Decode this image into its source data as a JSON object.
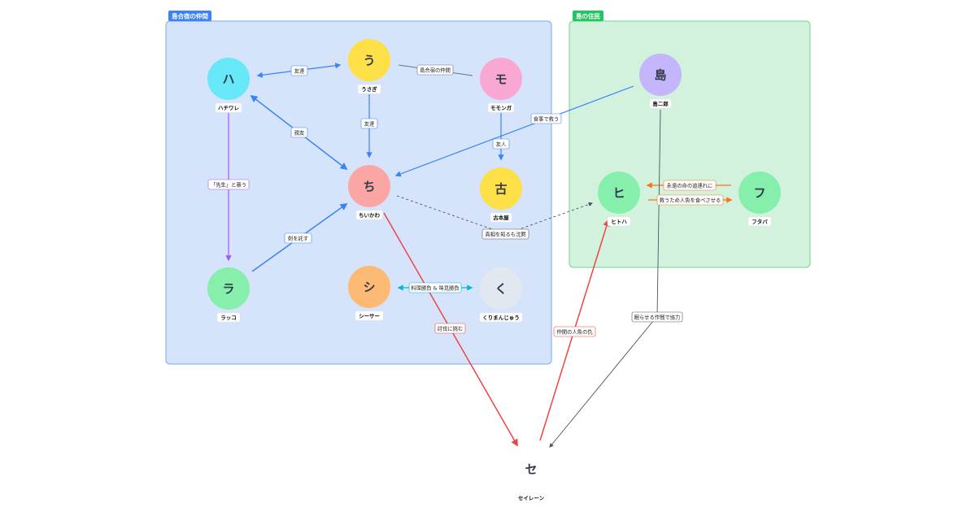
{
  "groups": {
    "island_friends": {
      "title": "島合宿の仲間"
    },
    "island_residents": {
      "title": "島の住民"
    }
  },
  "nodes": {
    "hachiware": {
      "letter": "ハ",
      "name": "ハチワレ",
      "color": "#67e8f9"
    },
    "usagi": {
      "letter": "う",
      "name": "うさぎ",
      "color": "#fde047"
    },
    "momonga": {
      "letter": "モ",
      "name": "モモンガ",
      "color": "#f9a8d4"
    },
    "chiikawa": {
      "letter": "ち",
      "name": "ちいかわ",
      "color": "#fca5a5"
    },
    "furuhonya": {
      "letter": "古",
      "name": "古本屋",
      "color": "#fde047"
    },
    "rakko": {
      "letter": "ラ",
      "name": "ラッコ",
      "color": "#86efac"
    },
    "shisa": {
      "letter": "シ",
      "name": "シーサー",
      "color": "#fdba74"
    },
    "kurimanju": {
      "letter": "く",
      "name": "くりまんじゅう",
      "color": "#e2e8f0"
    },
    "shimajiro": {
      "letter": "島",
      "name": "島二郎",
      "color": "#c4b5fd"
    },
    "hitoha": {
      "letter": "ヒ",
      "name": "ヒトハ",
      "color": "#86efac"
    },
    "futaba": {
      "letter": "フ",
      "name": "フタバ",
      "color": "#86efac"
    },
    "siren": {
      "letter": "セ",
      "name": "セイレーン",
      "color": "#ffffff"
    }
  },
  "edges": {
    "hachiware_usagi": {
      "label": "友達",
      "color": "#3b82f6"
    },
    "usagi_momonga": {
      "label": "島合宿の仲間",
      "color": "#64748b"
    },
    "usagi_chiikawa": {
      "label": "友達",
      "color": "#3b82f6"
    },
    "hachiware_chiikawa": {
      "label": "親友",
      "color": "#3b82f6"
    },
    "momonga_furuhonya": {
      "label": "友人",
      "color": "#3b82f6"
    },
    "shimajiro_chiikawa": {
      "label": "食事で救う",
      "color": "#3b82f6"
    },
    "hachiware_rakko": {
      "label": "「先生」と慕う",
      "color": "#a855f7"
    },
    "rakko_chiikawa": {
      "label": "剣を託す",
      "color": "#3b82f6"
    },
    "chiikawa_hitoha": {
      "label": "真相を知るも沈黙",
      "color": "#4b5563"
    },
    "futaba_hitoha": {
      "label": "永遠の命の道連れに",
      "color": "#f97316"
    },
    "hitoha_futaba": {
      "label": "救うため人魚を食べさせる",
      "color": "#f97316"
    },
    "shisa_kurimanju": {
      "label": "料理勝負 & 味見勝負",
      "color": "#06b6d4"
    },
    "chiikawa_siren": {
      "label": "討伐に挑む",
      "color": "#ef4444"
    },
    "siren_hitoha": {
      "label": "仲間の人魚の仇",
      "color": "#ef4444"
    },
    "shimajiro_siren": {
      "label": "眠らせる作戦で協力",
      "color": "#4b5563"
    }
  }
}
